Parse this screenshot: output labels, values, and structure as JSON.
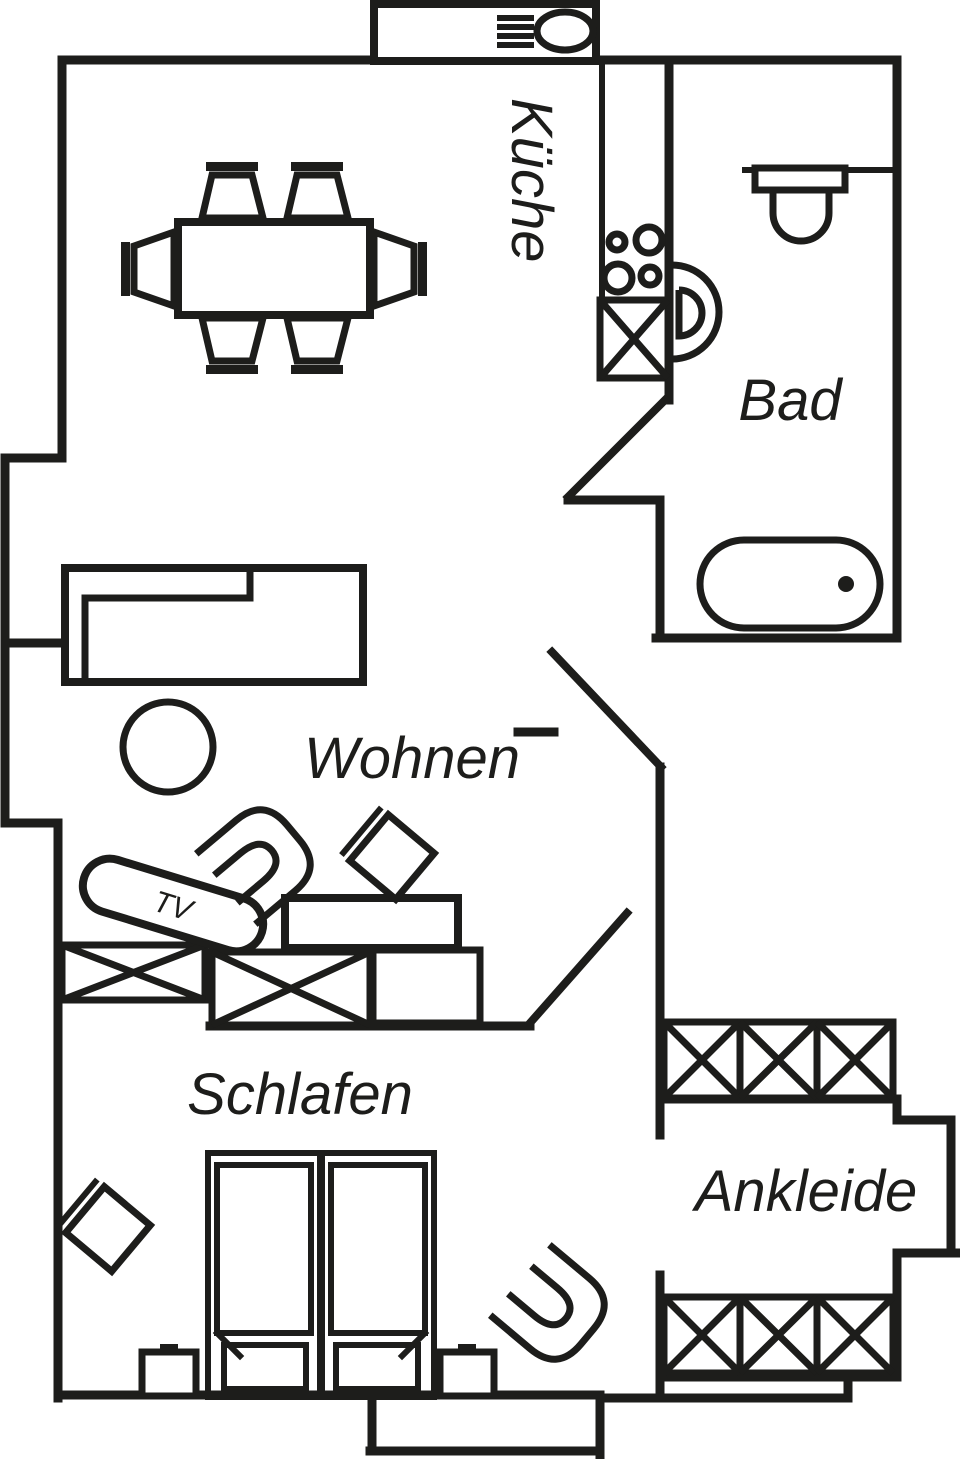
{
  "plan": {
    "background_color": "#ffffff",
    "line_color": "#1d1d1b",
    "labels": {
      "kueche": "Küche",
      "bad": "Bad",
      "wohnen": "Wohnen",
      "schlafen": "Schlafen",
      "ankleide": "Ankleide",
      "tv": "TV"
    }
  }
}
